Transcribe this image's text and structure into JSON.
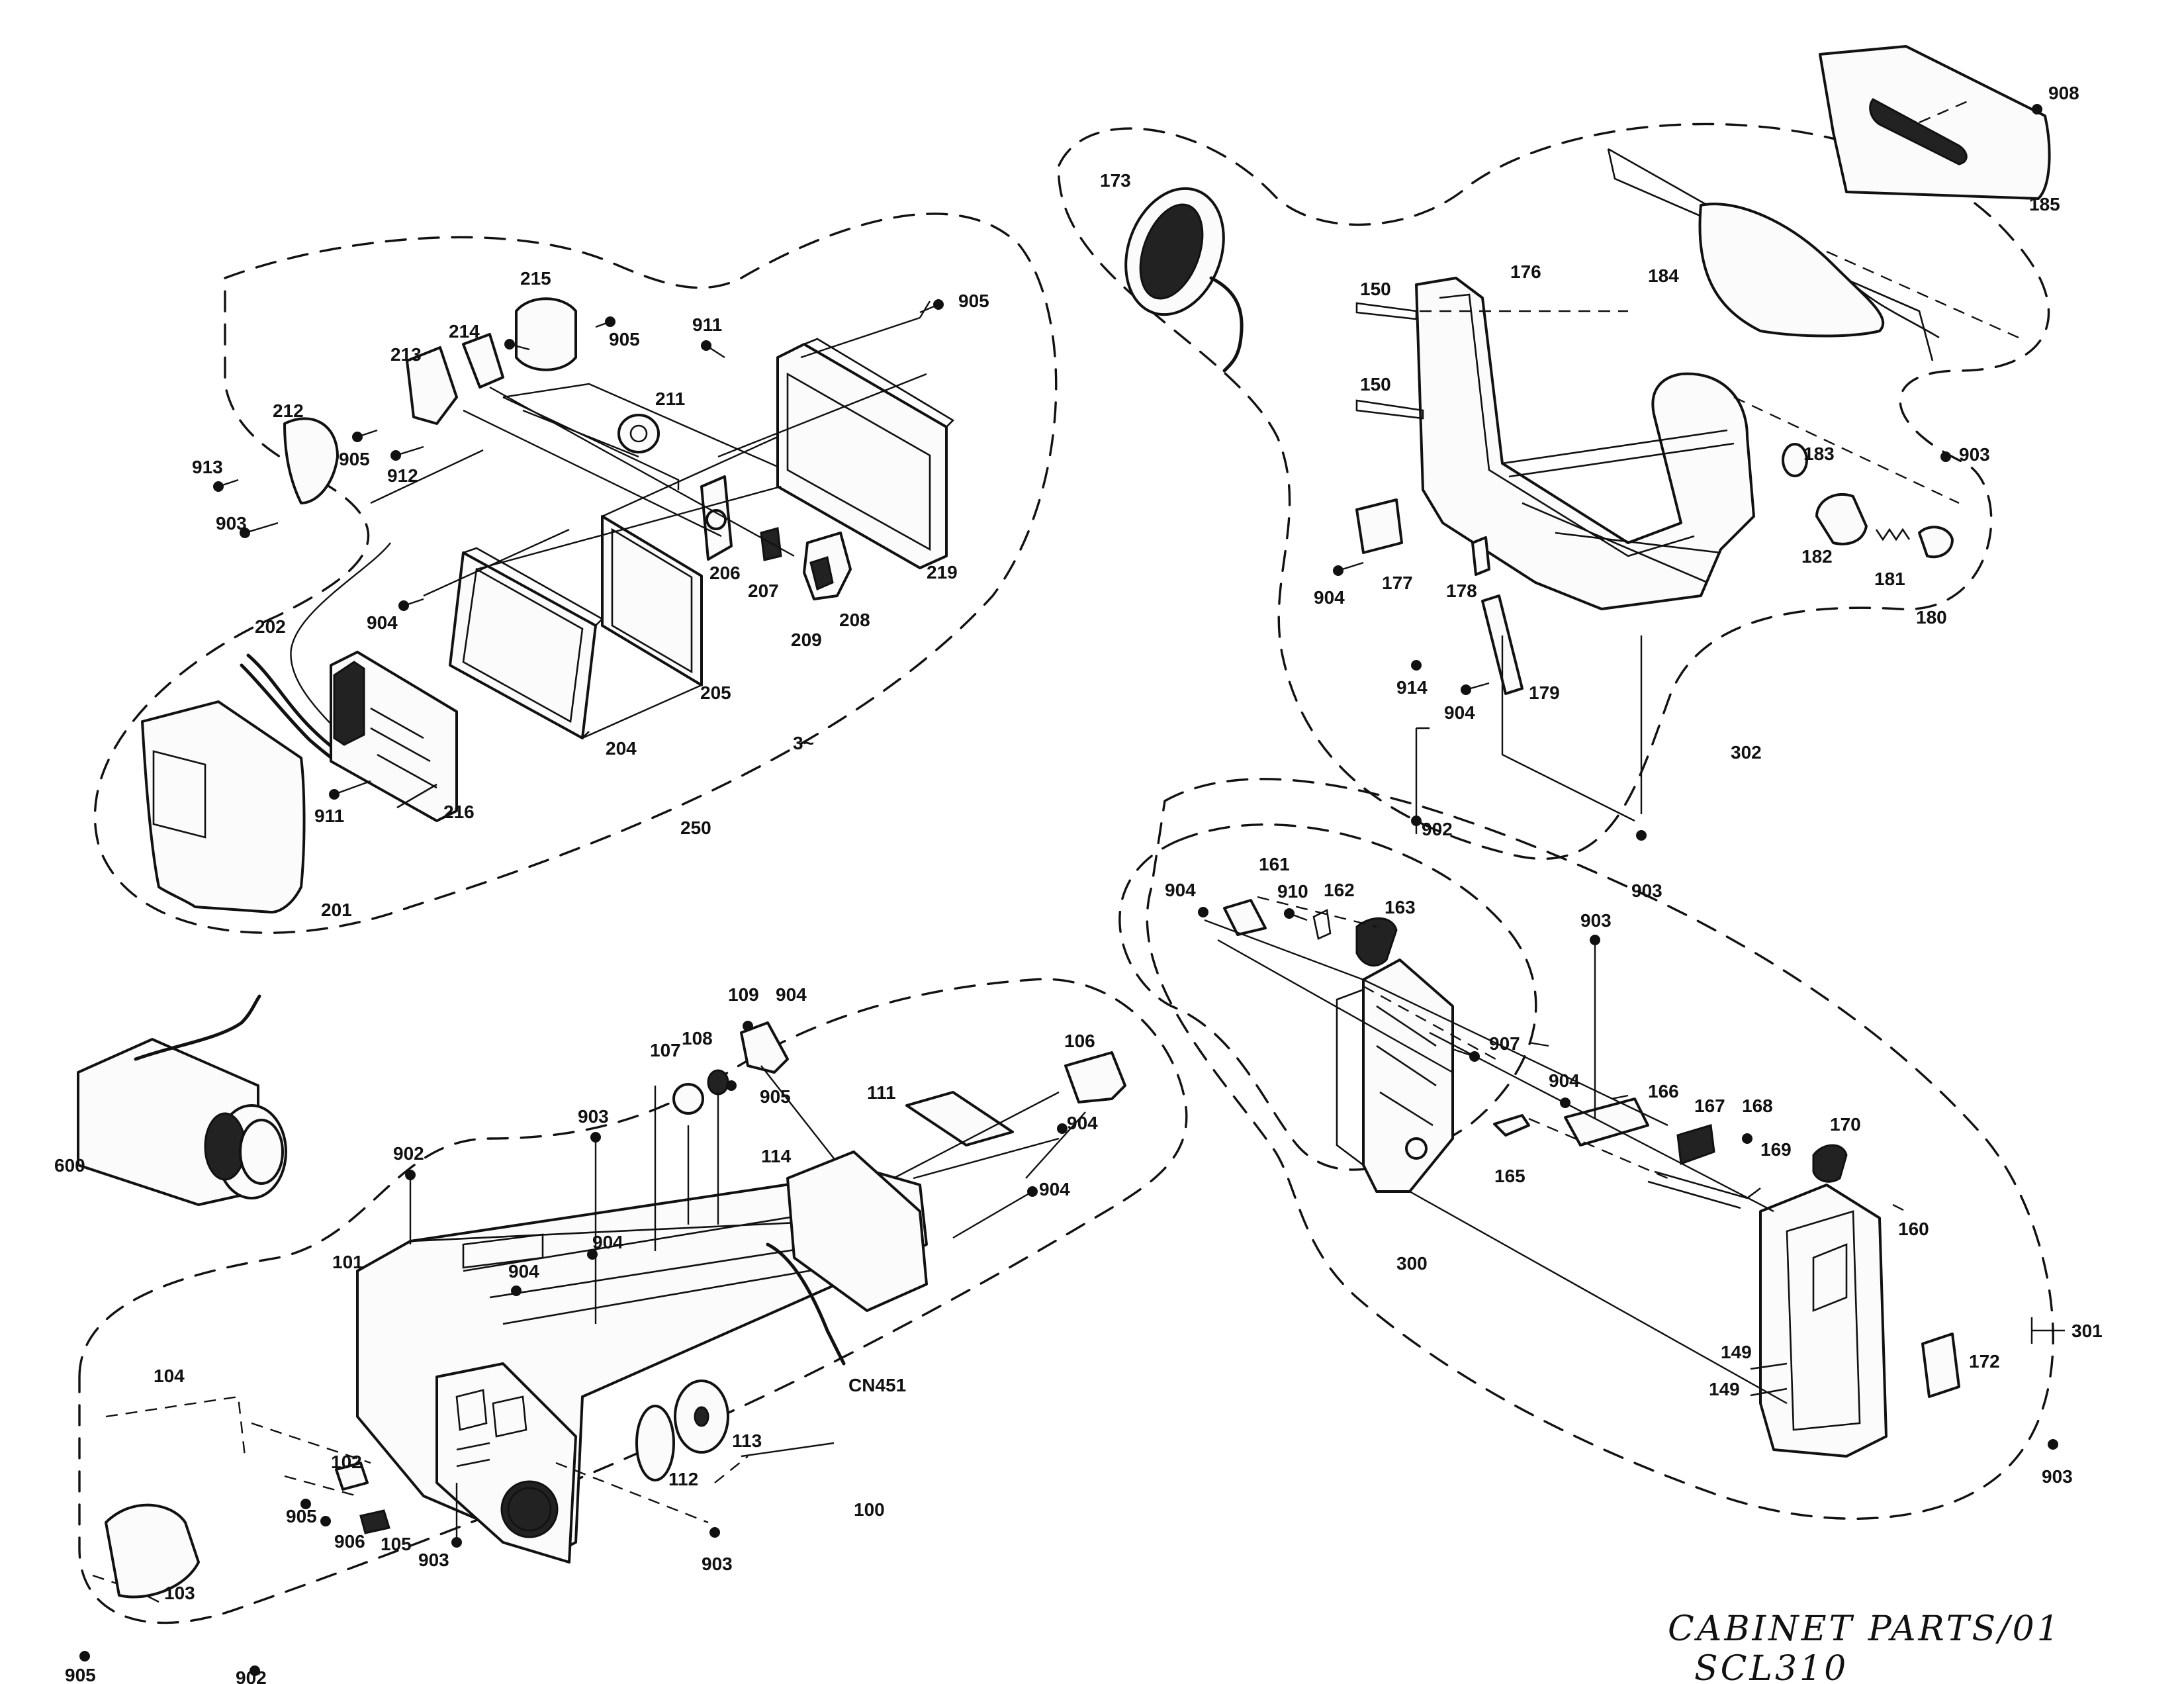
{
  "caption": {
    "line1": "CABINET PARTS/01",
    "line2": "SCL310"
  },
  "callouts": {
    "c100": "100",
    "c101": "101",
    "c102": "102",
    "c103": "103",
    "c104": "104",
    "c105": "105",
    "c106": "106",
    "c107": "107",
    "c108": "108",
    "c109": "109",
    "c111": "111",
    "c112": "112",
    "c113": "113",
    "c114": "114",
    "c149a": "149",
    "c149b": "149",
    "c150a": "150",
    "c150b": "150",
    "c160": "160",
    "c161": "161",
    "c162": "162",
    "c163": "163",
    "c165": "165",
    "c166": "166",
    "c167": "167",
    "c168": "168",
    "c169": "169",
    "c170": "170",
    "c172": "172",
    "c173": "173",
    "c176": "176",
    "c177": "177",
    "c178": "178",
    "c179": "179",
    "c180": "180",
    "c181": "181",
    "c182": "182",
    "c183": "183",
    "c184": "184",
    "c185": "185",
    "c201": "201",
    "c202": "202",
    "c204": "204",
    "c205": "205",
    "c206": "206",
    "c207": "207",
    "c208": "208",
    "c209": "209",
    "c211": "211",
    "c212": "212",
    "c213": "213",
    "c214": "214",
    "c215": "215",
    "c216": "216",
    "c219": "219",
    "c250": "250",
    "c300": "300",
    "c301": "301",
    "c302": "302",
    "c600": "600",
    "c902a": "902",
    "c902b": "902",
    "c902c": "902",
    "c903a": "903",
    "c903b": "903",
    "c903c": "903",
    "c903d": "903",
    "c903e": "903",
    "c903f": "903",
    "c903g": "903",
    "c903h": "903",
    "c904a": "904",
    "c904b": "904",
    "c904c": "904",
    "c904d": "904",
    "c904e": "904",
    "c904f": "904",
    "c904g": "904",
    "c904h": "904",
    "c904i": "904",
    "c904j": "904",
    "c905a": "905",
    "c905b": "905",
    "c905c": "905",
    "c905d": "905",
    "c905e": "905",
    "c905f": "905",
    "c906": "906",
    "c907": "907",
    "c908": "908",
    "c910": "910",
    "c911a": "911",
    "c911b": "911",
    "c912": "912",
    "c913": "913",
    "c914": "914",
    "cn451": "CN451",
    "mark3": "3~"
  }
}
